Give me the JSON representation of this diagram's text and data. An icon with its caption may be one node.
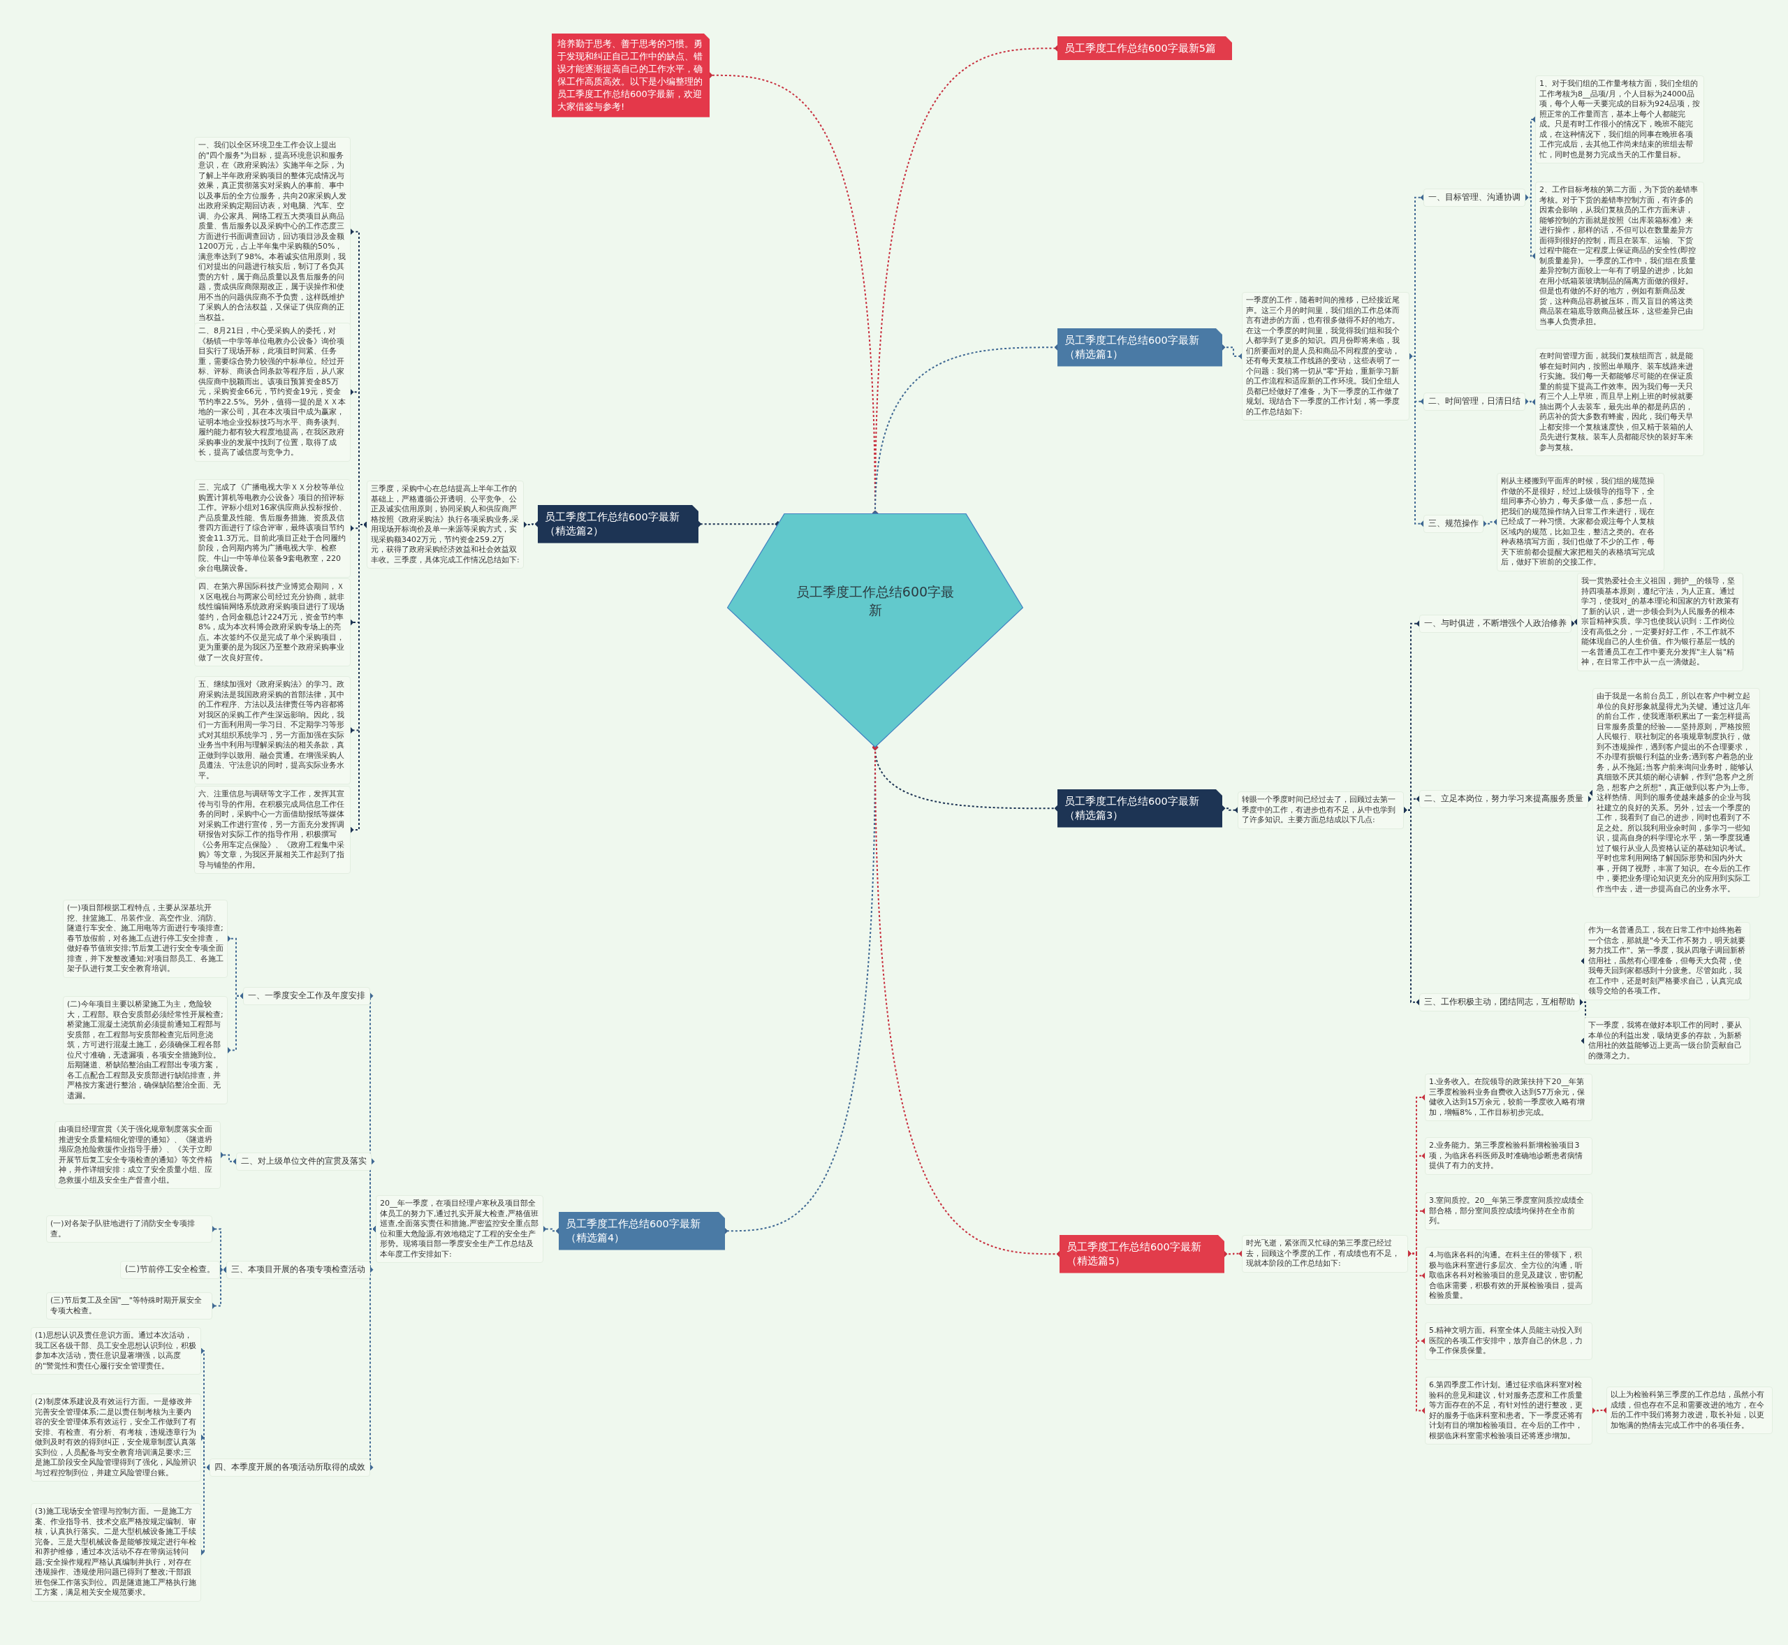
{
  "diagram": {
    "nodes": [
      {
        "text": [
          "员工季度工作总结600字最新"
        ]
      },
      {
        "text": [
          "培养勤于思考、善于思考的习惯。勇于发现和纠正自己工作中的缺点、错误才能逐渐提高自己的工作水平，确保工作高质高效。以下是小编整理的员工季度工作总结600字最新，欢迎大家借鉴与参考!"
        ]
      },
      {
        "text": [
          "员工季度工作总结600字最新5篇"
        ]
      },
      {
        "text": [
          "员工季度工作总结600字最新（精选篇1）"
        ]
      },
      {
        "text": [
          "一季度的工作，随着时间的推移，已经接近尾声。这三个月的时间里，我们组的工作总体而言有进步的方面，也有很多做得不好的地方。在这一个季度的时间里，我觉得我们组和我个人都学到了更多的知识。四月份即将来临，我们所要面对的是人员和商品不同程度的变动，还有每天复核工作线路的变动，这些表明了一个问题：我们将一切从\"零\"开始，重新学习新的工作流程和适应新的工作环境。我们全组人员都已经做好了准备，为下一季度的工作做了规划。现结合下一季度的工作计划，将一季度的工作总结如下:"
        ]
      },
      {
        "text": [
          "一、目标管理、沟通协调"
        ]
      },
      {
        "text": [
          "1、对于我们组的工作量考核方面，我们全组的工作考核为8__品项/月，个人目标为24000品项，每个人每一天要完成的目标为924品项，按照正常的工作量而言，基本上每个人都能完成。只是有时工作很小的情况下，晚班不能完成，在这种情况下，我们组的同事在晚班各项工作完成后，去其他工作尚未结束的班组去帮忙，同时也是努力完成当天的工作量目标。"
        ]
      },
      {
        "text": [
          "2、工作目标考核的第二方面，为下货的差错率考核。对于下货的差错率控制方面，有许多的因素会影响，从我们复核员的工作方面来讲，能够控制的方面就是按照《出库装箱标准》来进行操作，那样的话，不但可以在数量差异方面得到很好的控制，而且在装车、运输、下货过程中能在一定程度上保证商品的安全性(即控制质量差异)。一季度的工作中，我们组在质量差异控制方面较上一年有了明显的进步，比如在用小纸箱装玻璃制品的隔离方面做的很好。但是也有做的不好的地方，例如有新商品发货，这种商品容易被压坏，而又盲目的将这类商品装在箱底导致商品被压坏，这些差异已由当事人负责承担。"
        ]
      },
      {
        "text": [
          "二、时间管理，日清日结"
        ]
      },
      {
        "text": [
          "在时间管理方面，就我们复核组而言，就是能够在短时间内，按照出单顺序、装车线路来进行实施。我们每一天都能够尽可能的在保证质量的前提下提高工作效率。因为我们每一天只有三个人上早班，而且早上刚上班的时候就要抽出两个人去装车，最先出单的都是药店的，药店补的货大多数有蜂蜜，因此，我们每天早上都安排一个复核速度快，但又精于装箱的人员先进行复核。装车人员都能尽快的装好车来参与复核。"
        ]
      },
      {
        "text": [
          "三、规范操作"
        ]
      },
      {
        "text": [
          "刚从主楼搬到平面库的时候，我们组的规范操作做的不是很好，经过上级领导的指导下，全组同事齐心协力，每天多做一点，多想一点，把我们的规范操作纳入日常工作来进行，现在已经成了一种习惯。大家都会观注每个人复核区域内的规范，比如卫生，整洁之类的。在各种表格填写方面，我们也做了不少的工作，每天下班前都会提醒大家把相关的表格填写完成后，做好下班前的交接工作。"
        ]
      },
      {
        "text": [
          "员工季度工作总结600字最新（精选篇2）"
        ]
      },
      {
        "text": [
          "三季度，采购中心在总结提高上半年工作的基础上，严格遵循公开透明、公平竞争、公正及诚实信用原则，协同采购人和供应商严格按照《政府采购法》执行各项采购业务,采用现场开标询价及单一来源等采购方式，实现采购额3402万元，节约资金259.2万元，获得了政府采购经济效益和社会效益双丰收。三季度，具体完成工作情况总结如下:"
        ]
      },
      {
        "text": [
          "一、我们以全区环境卫生工作会议上提出的\"四个服务\"为目标，提高环境意识和服务意识，在《政府采购法》实施半年之际，为了解上半年政府采购项目的整体完成情况与效果，真正贯彻落实对采购人的事前、事中以及事后的全方位服务，共向20家采购人发出政府采购定期回访表，对电脑、汽车、空调、办公家具、网络工程五大类项目从商品质量、售后服务以及采购中心的工作态度三方面进行书面调查回访，回访项目涉及金额1200万元，占上半年集中采购额的50%，满意率达到了98%。本着诚实信用原则，我们对提出的问题进行核实后，制订了各负其责的方针，属于商品质量以及售后服务的问题，责成供应商限期改正，属于误操作和使用不当的问题供应商不予负责，这样既维护了采购人的合法权益，又保证了供应商的正当权益。"
        ]
      },
      {
        "text": [
          "二、8月21日，中心受采购人的委托，对《杨镇一中学等单位电教办公设备》询价项目实行了现场开标，此项目时间紧、任务重，需要综合势力较强的中标单位。经过开标、评标、商谈合同条款等程序后，从八家供应商中脱颖而出。该项目预算资金85万元，采购资金66元，节约资金19元，资金节约率22.5%。另外，值得一提的是ＸＸ本地的一家公司，其在本次项目中成为赢家，证明本地企业投标技巧与水平、商务谈判、履约能力都有较大程度地提高，在我区政府采购事业的发展中找到了位置，取得了成长，提高了诚信度与竞争力。"
        ]
      },
      {
        "text": [
          "三、完成了《广播电视大学ＸＸ分校等单位购置计算机等电教办公设备》项目的招评标工作。评标小组对16家供应商从投标报价、产品质量及性能、售后服务措施、资质及信誉四方面进行了综合评审，最终该项目节约资金11.3万元。目前此项目正处于合同履约阶段，合同期内将为广播电视大学、检察院、牛山一中等单位装备9套电教室，220余台电脑设备。"
        ]
      },
      {
        "text": [
          "四、在第六界国际科技产业博览会期间，ＸＸ区电视台与两家公司经过充分协商，就非线性编辑网络系统政府采购项目进行了现场签约，合同金额总计224万元，资金节约率8%，成为本次科博会政府采购专场上的亮点。本次签约不仅是完成了单个采购项目，更为重要的是为我区乃至整个政府采购事业做了一次良好宣传。"
        ]
      },
      {
        "text": [
          "五、继续加强对《政府采购法》的学习。政府采购法是我国政府采购的首部法律，其中的工作程序、方法以及法律责任等内容都将对我区的采购工作产生深远影响。因此，我们一方面利用周一学习日、不定期学习等形式对其组织系统学习，另一方面加强在实际业务当中利用与理解采购法的相关条款，真正做到学以致用、融会贯通。在增强采购人员遵法、守法意识的同时，提高实际业务水平。"
        ]
      },
      {
        "text": [
          "六、注重信息与调研等文字工作，发挥其宣传与引导的作用。在积极完成局信息工作任务的同时，采购中心一方面借助报纸等媒体对采购工作进行宣传，另一方面充分发挥调研报告对实际工作的指导作用，积极撰写《公务用车定点保险》、《政府工程集中采购》等文章，为我区开展相关工作起到了指导与铺垫的作用。"
        ]
      },
      {
        "text": [
          "员工季度工作总结600字最新（精选篇3）"
        ]
      },
      {
        "text": [
          "转眼一个季度时间已经过去了，回顾过去第一季度中的工作，有进步也有不足，从中也学到了许多知识。主要方面总结成以下几点:"
        ]
      },
      {
        "text": [
          "一、与时俱进，不断增强个人政治修养"
        ]
      },
      {
        "text": [
          "我一贯热爱社会主义祖国，拥护__的领导，坚持四项基本原则，遵纪守法，为人正直。通过学习，使我对_的基本理论和国家的方针政策有了新的认识，进一步领会到为人民服务的根本宗旨精神实质。学习也使我认识到：工作岗位没有高低之分，一定要好好工作，不工作就不能体现自己的人生价值。作为银行基层一线的一名普通员工在工作中要充分发挥\"主人翁\"精神，在日常工作中从一点一滴做起。"
        ]
      },
      {
        "text": [
          "二、立足本岗位，努力学习来提高服务质量"
        ]
      },
      {
        "text": [
          "由于我是一名前台员工，所以在客户中树立起单位的良好形象就显得尤为关键。通过这几年的前台工作，使我逐渐积累出了一套怎样提高日常服务质量的经验——坚持原则，严格按照人民银行、联社制定的各项规章制度执行，做到不违规操作，遇到客户提出的不合理要求，不办理有损银行利益的业务;遇到客户着急的业务，从不拖延;当客户前来询问业务时，能够认真细致不厌其烦的耐心讲解，作到\"急客户之所急，想客户之所想\"，真正做到以客户为上帝。这样热情、周到的服务使越来越多的企业与我社建立的良好的关系。另外，过去一个季度的工作，我看到了自己的进步，同时也看到了不足之处。所以我利用业余时间，多学习一些知识，提高自身的科学理论水平，第一季度我通过了银行从业人员资格认证的基础知识考试。平时也常利用网络了解国际形势和国内外大事，开阔了视野，丰富了知识。在今后的工作中，要把业务理论知识更充分的应用到实际工作当中去，进一步提高自己的业务水平。"
        ]
      },
      {
        "text": [
          "三、工作积极主动，团结同志，互相帮助"
        ]
      },
      {
        "text": [
          "作为一名普通员工，我在日常工作中始终抱着一个信念，那就是\"今天工作不努力，明天就要努力找工作\"。第一季度，我从四墩子调回新桥信用社，虽然有心理准备，但每天大负荷，使我每天回到家都感到十分疲惫。尽管如此，我在工作中，还是时刻严格要求自己，认真完成领导交给的各项工作。"
        ]
      },
      {
        "text": [
          "下一季度，我将在做好本职工作的同时，要从本单位的利益出发，吸纳更多的存款，为新桥信用社的效益能够迈上更高一级台阶贡献自己的微薄之力。"
        ]
      },
      {
        "text": [
          "员工季度工作总结600字最新（精选篇4）"
        ]
      },
      {
        "text": [
          "20__年一季度，在项目经理卢寒秋及项目部全体员工的努力下,通过扎实开展大检查,严格值班巡查,全面落实责任和措施,严密监控安全重点部位和重大危险源,有效地稳定了工程的安全生产形势。现将项目部一季度安全生产工作总结及本年度工作安排如下:"
        ]
      },
      {
        "text": [
          "一、一季度安全工作及年度安排"
        ]
      },
      {
        "text": [
          "(一)项目部根据工程特点，主要从深基坑开挖、挂篮施工、吊装作业、高空作业、消防、隧道行车安全、施工用电等方面进行专项排查;春节放假前，对各施工点进行停工安全排查，做好春节值班安排;节后复工进行安全专项全面排查，并下发整改通知;对项目部员工、各施工架子队进行复工安全教育培训。"
        ]
      },
      {
        "text": [
          "(二)今年项目主要以桥梁施工为主，危险较大，工程部。联合安质部必须经常性开展检查;桥梁施工混凝土浇筑前必须提前通知工程部与安质部，在工程部与安质部检查完后同意浇筑，方可进行混凝土施工，必须确保工程各部位尺寸准确，无遗漏项，各项安全措施到位。后期隧道、桥缺陷整治由工程部出专项方案，各工点配合工程部及安质部进行缺陷排查，并严格按方案进行整治，确保缺陷整治全面、无遗漏。"
        ]
      },
      {
        "text": [
          "二、对上级单位文件的宣贯及落实"
        ]
      },
      {
        "text": [
          "由项目经理宣贯《关于强化规章制度落实全面推进安全质量精细化管理的通知》、《隧道坍塌应急抢险救援作业指导手册》、《关于立即开展节后复工安全专项检查的通知》等文件精神，并作详细安排：成立了安全质量小组、应急救援小组及安全生产督查小组。"
        ]
      },
      {
        "text": [
          "三、本项目开展的各项专项检查活动"
        ]
      },
      {
        "text": [
          "(一)对各架子队驻地进行了消防安全专项排查。"
        ]
      },
      {
        "text": [
          "(二)节前停工安全检查。"
        ]
      },
      {
        "text": [
          "(三)节后复工及全国\"__\"等特殊时期开展安全专项大检查。"
        ]
      },
      {
        "text": [
          "四、本季度开展的各项活动所取得的成效"
        ]
      },
      {
        "text": [
          "(1)思想认识及责任意识方面。通过本次活动，我工区各级干部、员工安全思想认识到位，积极参加本次活动，责任意识显著增强，以高度的\"警觉性和责任心履行安全管理责任。"
        ]
      },
      {
        "text": [
          "(2)制度体系建设及有效运行方面。一是修改并完善安全管理体系;二是以责任制考核为主要内容的安全管理体系有效运行，安全工作做到了有安排、有检查、有分析、有考核，违规违章行为做到及时有效的得到纠正，安全规章制度认真落实到位，人员配备与安全教育培训满足要求;三是施工阶段安全风险管理得到了强化，风险辨识与过程控制到位，并建立风险管理台账。"
        ]
      },
      {
        "text": [
          "(3)施工现场安全管理与控制方面。一是施工方案、作业指导书、技术交底严格按规定编制、审核，认真执行落实。二是大型机械设备施工手续完备。三是大型机械设备是能够按规定进行年检和养护维修，通过本次活动不存在带病运转问题;安全操作规程严格认真编制并执行，对存在违规操作、违规使用问题已得到了整改;干部跟班包保工作落实到位。四是隧道施工严格执行施工方案，满足相关安全规范要求。"
        ]
      },
      {
        "text": [
          "员工季度工作总结600字最新（精选篇5）"
        ]
      },
      {
        "text": [
          "时光飞逝，紧张而又忙碌的第三季度已经过去，回顾这个季度的工作，有成绩也有不足，现就本阶段的工作总结如下:"
        ]
      },
      {
        "text": [
          "1.业务收入。在院领导的政策扶持下20__年第三季度检验科业务自费收入达到57万余元，保健收入达到15万余元，较前一季度收入略有增加，增幅8%，工作目标初步完成。"
        ]
      },
      {
        "text": [
          "2.业务能力。第三季度检验科新增检验项目3项，为临床各科医师及时准确地诊断患者病情提供了有力的支持。"
        ]
      },
      {
        "text": [
          "3.室间质控。20__年第三季度室间质控成绩全部合格，部分室间质控成绩均保持在全市前列。"
        ]
      },
      {
        "text": [
          "4.与临床各科的沟通。在科主任的带领下，积极与临床科室进行多层次、全方位的沟通，听取临床各科对检验项目的意见及建议，密切配合临床需要，积极有效的开展检验项目，提高检验质量。"
        ]
      },
      {
        "text": [
          "5.精神文明方面。科室全体人员能主动投入到医院的各项工作安排中，放弃自己的休息，力争工作保质保量。"
        ]
      },
      {
        "text": [
          "6.第四季度工作计划。通过征求临床科室对检验科的意见和建议，针对服务态度和工作质量等方面存在的不足，有针对性的进行整改，更好的服务于临床科室和患者。下一季度还将有计划有目的增加检验项目。在今后的工作中，根据临床科室需求检验项目还将逐步增加。"
        ]
      },
      {
        "text": [
          "以上为检验科第三季度的工作总结，虽然小有成绩，但也存在不足和需要改进的地方，在今后的工作中我们将努力改进，取长补短，以更加饱满的热情去完成工作中的各项任务。"
        ]
      }
    ],
    "edges": [
      {
        "from": 0,
        "to": 1,
        "arrow": "other",
        "style": "dashed",
        "color": "#c8303f"
      },
      {
        "from": 0,
        "to": 2,
        "arrow": "other",
        "style": "dashed",
        "color": "#c8303f"
      },
      {
        "from": 0,
        "to": 3,
        "arrow": "other",
        "style": "dashed"
      },
      {
        "from": 0,
        "to": 12,
        "arrow": "other",
        "style": "dashed",
        "color": "#1d3454"
      },
      {
        "from": 0,
        "to": 20,
        "arrow": "other",
        "style": "dashed",
        "color": "#1d3454"
      },
      {
        "from": 0,
        "to": 29,
        "arrow": "other",
        "style": "dashed"
      },
      {
        "from": 0,
        "to": 44,
        "arrow": "other",
        "style": "dashed",
        "color": "#c8303f"
      },
      {
        "from": 3,
        "to": 4,
        "arrow": "other",
        "style": "dashed"
      },
      {
        "from": 4,
        "to": 5,
        "arrow": "other",
        "style": "dashed"
      },
      {
        "from": 5,
        "to": 6,
        "arrow": "other",
        "style": "dashed"
      },
      {
        "from": 5,
        "to": 7,
        "arrow": "other",
        "style": "dashed"
      },
      {
        "from": 4,
        "to": 8,
        "arrow": "other",
        "style": "dashed"
      },
      {
        "from": 8,
        "to": 9,
        "arrow": "other",
        "style": "dashed"
      },
      {
        "from": 4,
        "to": 10,
        "arrow": "other",
        "style": "dashed"
      },
      {
        "from": 10,
        "to": 11,
        "arrow": "other",
        "style": "dashed"
      },
      {
        "from": 12,
        "to": 13,
        "arrow": "other",
        "style": "dashed",
        "color": "#1d3454"
      },
      {
        "from": 13,
        "to": 14,
        "arrow": "other",
        "style": "dashed",
        "color": "#1d3454"
      },
      {
        "from": 13,
        "to": 15,
        "arrow": "other",
        "style": "dashed",
        "color": "#1d3454"
      },
      {
        "from": 13,
        "to": 16,
        "arrow": "other",
        "style": "dashed",
        "color": "#1d3454"
      },
      {
        "from": 13,
        "to": 17,
        "arrow": "other",
        "style": "dashed",
        "color": "#1d3454"
      },
      {
        "from": 13,
        "to": 18,
        "arrow": "other",
        "style": "dashed",
        "color": "#1d3454"
      },
      {
        "from": 13,
        "to": 19,
        "arrow": "other",
        "style": "dashed",
        "color": "#1d3454"
      },
      {
        "from": 20,
        "to": 21,
        "arrow": "other",
        "style": "dashed",
        "color": "#1d3454"
      },
      {
        "from": 21,
        "to": 22,
        "arrow": "other",
        "style": "dashed",
        "color": "#1d3454"
      },
      {
        "from": 22,
        "to": 23,
        "arrow": "other",
        "style": "dashed",
        "color": "#1d3454"
      },
      {
        "from": 21,
        "to": 24,
        "arrow": "other",
        "style": "dashed",
        "color": "#1d3454"
      },
      {
        "from": 24,
        "to": 25,
        "arrow": "other",
        "style": "dashed",
        "color": "#1d3454"
      },
      {
        "from": 21,
        "to": 26,
        "arrow": "other",
        "style": "dashed",
        "color": "#1d3454"
      },
      {
        "from": 26,
        "to": 27,
        "arrow": "other",
        "style": "dashed",
        "color": "#1d3454"
      },
      {
        "from": 26,
        "to": 28,
        "arrow": "other",
        "style": "dashed",
        "color": "#1d3454"
      },
      {
        "from": 29,
        "to": 30,
        "arrow": "other",
        "style": "dashed"
      },
      {
        "from": 30,
        "to": 31,
        "arrow": "other",
        "style": "dashed"
      },
      {
        "from": 31,
        "to": 32,
        "arrow": "other",
        "style": "dashed"
      },
      {
        "from": 31,
        "to": 33,
        "arrow": "other",
        "style": "dashed"
      },
      {
        "from": 30,
        "to": 34,
        "arrow": "other",
        "style": "dashed"
      },
      {
        "from": 34,
        "to": 35,
        "arrow": "other",
        "style": "dashed"
      },
      {
        "from": 30,
        "to": 36,
        "arrow": "other",
        "style": "dashed"
      },
      {
        "from": 36,
        "to": 37,
        "arrow": "other",
        "style": "dashed"
      },
      {
        "from": 36,
        "to": 38,
        "arrow": "other",
        "style": "dashed"
      },
      {
        "from": 36,
        "to": 39,
        "arrow": "other",
        "style": "dashed"
      },
      {
        "from": 30,
        "to": 40,
        "arrow": "other",
        "style": "dashed"
      },
      {
        "from": 40,
        "to": 41,
        "arrow": "other",
        "style": "dashed"
      },
      {
        "from": 40,
        "to": 42,
        "arrow": "other",
        "style": "dashed"
      },
      {
        "from": 40,
        "to": 43,
        "arrow": "other",
        "style": "dashed"
      },
      {
        "from": 44,
        "to": 45,
        "arrow": "other",
        "style": "dashed",
        "color": "#c8303f"
      },
      {
        "from": 45,
        "to": 46,
        "arrow": "other",
        "style": "dashed",
        "color": "#c8303f"
      },
      {
        "from": 45,
        "to": 47,
        "arrow": "other",
        "style": "dashed",
        "color": "#c8303f"
      },
      {
        "from": 45,
        "to": 48,
        "arrow": "other",
        "style": "dashed",
        "color": "#c8303f"
      },
      {
        "from": 45,
        "to": 49,
        "arrow": "other",
        "style": "dashed",
        "color": "#c8303f"
      },
      {
        "from": 45,
        "to": 50,
        "arrow": "other",
        "style": "dashed",
        "color": "#c8303f"
      },
      {
        "from": 45,
        "to": 51,
        "arrow": "other",
        "style": "dashed",
        "color": "#c8303f"
      },
      {
        "from": 51,
        "to": 52,
        "arrow": "other",
        "style": "dashed",
        "color": "#c8303f"
      }
    ]
  }
}
